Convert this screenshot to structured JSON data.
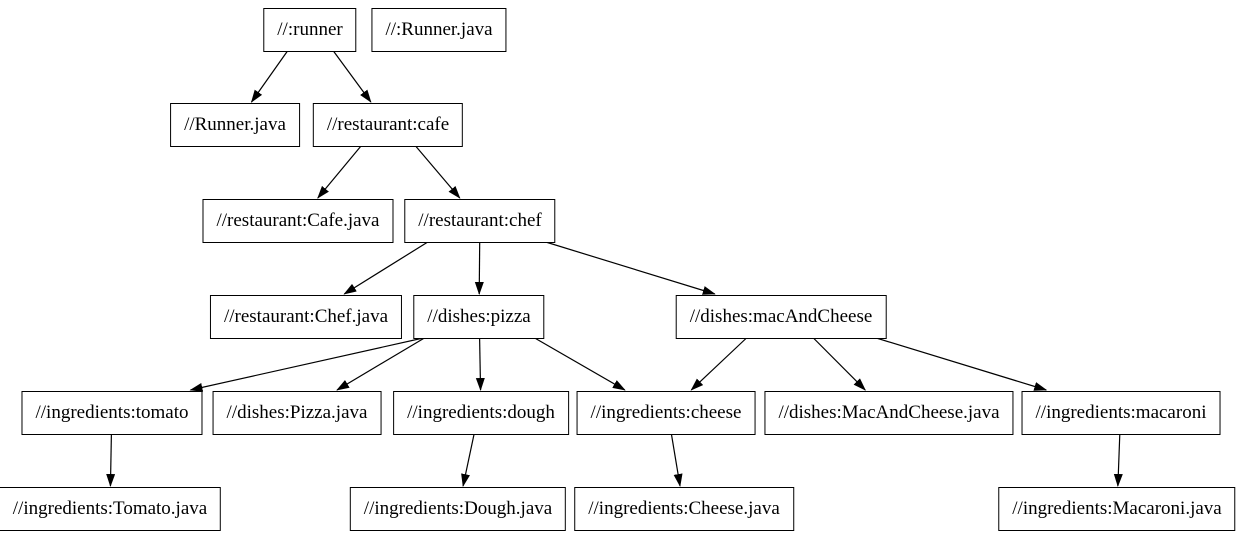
{
  "diagram": {
    "type": "directed-graph",
    "colors": {
      "background": "#ffffff",
      "node_fill": "#ffffff",
      "node_border": "#000000",
      "edge": "#000000",
      "text": "#000000"
    },
    "nodes": {
      "runner": {
        "label": "//:runner"
      },
      "runner_java_target": {
        "label": "//:Runner.java"
      },
      "runner_java": {
        "label": "//Runner.java"
      },
      "cafe": {
        "label": "//restaurant:cafe"
      },
      "cafe_java": {
        "label": "//restaurant:Cafe.java"
      },
      "chef": {
        "label": "//restaurant:chef"
      },
      "chef_java": {
        "label": "//restaurant:Chef.java"
      },
      "pizza": {
        "label": "//dishes:pizza"
      },
      "mac_and_cheese": {
        "label": "//dishes:macAndCheese"
      },
      "tomato": {
        "label": "//ingredients:tomato"
      },
      "pizza_java": {
        "label": "//dishes:Pizza.java"
      },
      "dough": {
        "label": "//ingredients:dough"
      },
      "cheese": {
        "label": "//ingredients:cheese"
      },
      "mac_and_cheese_java": {
        "label": "//dishes:MacAndCheese.java"
      },
      "macaroni": {
        "label": "//ingredients:macaroni"
      },
      "tomato_java": {
        "label": "//ingredients:Tomato.java"
      },
      "dough_java": {
        "label": "//ingredients:Dough.java"
      },
      "cheese_java": {
        "label": "//ingredients:Cheese.java"
      },
      "macaroni_java": {
        "label": "//ingredients:Macaroni.java"
      }
    },
    "edges": [
      {
        "from": "runner",
        "to": "runner_java"
      },
      {
        "from": "runner",
        "to": "cafe"
      },
      {
        "from": "cafe",
        "to": "cafe_java"
      },
      {
        "from": "cafe",
        "to": "chef"
      },
      {
        "from": "chef",
        "to": "chef_java"
      },
      {
        "from": "chef",
        "to": "pizza"
      },
      {
        "from": "chef",
        "to": "mac_and_cheese"
      },
      {
        "from": "pizza",
        "to": "tomato"
      },
      {
        "from": "pizza",
        "to": "pizza_java"
      },
      {
        "from": "pizza",
        "to": "dough"
      },
      {
        "from": "pizza",
        "to": "cheese"
      },
      {
        "from": "mac_and_cheese",
        "to": "cheese"
      },
      {
        "from": "mac_and_cheese",
        "to": "mac_and_cheese_java"
      },
      {
        "from": "mac_and_cheese",
        "to": "macaroni"
      },
      {
        "from": "tomato",
        "to": "tomato_java"
      },
      {
        "from": "dough",
        "to": "dough_java"
      },
      {
        "from": "cheese",
        "to": "cheese_java"
      },
      {
        "from": "macaroni",
        "to": "macaroni_java"
      }
    ]
  }
}
